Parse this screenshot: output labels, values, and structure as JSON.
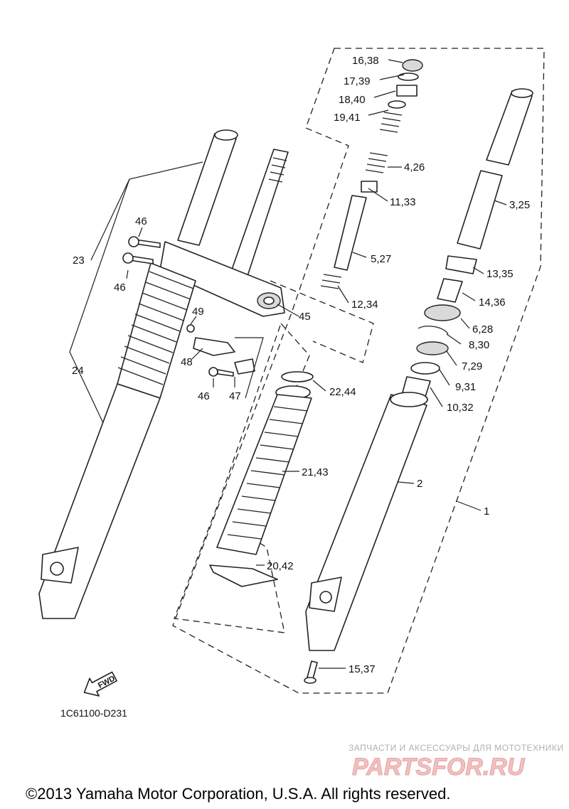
{
  "diagram": {
    "drawing_code": "1C61100-D231",
    "fwd_label": "FWD",
    "copyright": "©2013 Yamaha Motor Corporation, U.S.A. All rights reserved.",
    "watermark": {
      "subtitle": "ЗАПЧАСТИ И АКСЕССУАРЫ ДЛЯ МОТОТЕХНИКИ",
      "logo_text": "PARTSFOR.RU"
    },
    "callouts": [
      {
        "id": "c-16-38",
        "text": "16,38"
      },
      {
        "id": "c-17-39",
        "text": "17,39"
      },
      {
        "id": "c-18-40",
        "text": "18,40"
      },
      {
        "id": "c-19-41",
        "text": "19,41"
      },
      {
        "id": "c-4-26",
        "text": "4,26"
      },
      {
        "id": "c-11-33",
        "text": "11,33"
      },
      {
        "id": "c-5-27",
        "text": "5,27"
      },
      {
        "id": "c-12-34",
        "text": "12,34"
      },
      {
        "id": "c-3-25",
        "text": "3,25"
      },
      {
        "id": "c-13-35",
        "text": "13,35"
      },
      {
        "id": "c-14-36",
        "text": "14,36"
      },
      {
        "id": "c-6-28",
        "text": "6,28"
      },
      {
        "id": "c-8-30",
        "text": "8,30"
      },
      {
        "id": "c-7-29",
        "text": "7,29"
      },
      {
        "id": "c-9-31",
        "text": "9,31"
      },
      {
        "id": "c-10-32",
        "text": "10,32"
      },
      {
        "id": "c-2",
        "text": "2"
      },
      {
        "id": "c-1",
        "text": "1"
      },
      {
        "id": "c-15-37",
        "text": "15,37"
      },
      {
        "id": "c-22-44",
        "text": "22,44"
      },
      {
        "id": "c-21-43",
        "text": "21,43"
      },
      {
        "id": "c-20-42",
        "text": "20,42"
      },
      {
        "id": "c-45",
        "text": "45"
      },
      {
        "id": "c-46a",
        "text": "46"
      },
      {
        "id": "c-46b",
        "text": "46"
      },
      {
        "id": "c-46c",
        "text": "46"
      },
      {
        "id": "c-23",
        "text": "23"
      },
      {
        "id": "c-24",
        "text": "24"
      },
      {
        "id": "c-49",
        "text": "49"
      },
      {
        "id": "c-48",
        "text": "48"
      },
      {
        "id": "c-47",
        "text": "47"
      }
    ]
  }
}
